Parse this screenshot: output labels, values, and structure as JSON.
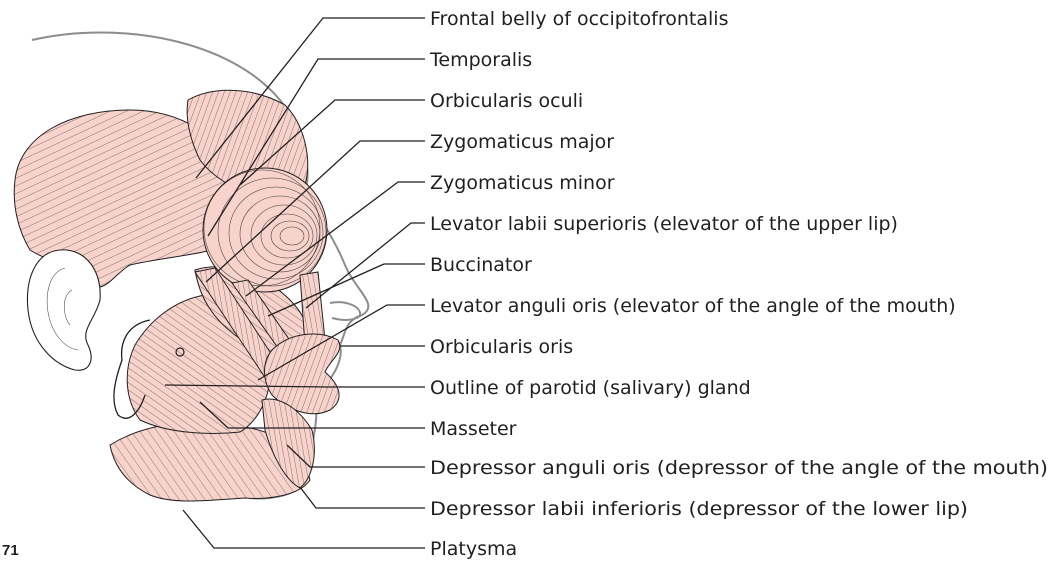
{
  "labels": [
    "Frontal belly of occipitofrontalis",
    "Temporalis",
    "Orbicularis oculi",
    "Zygomaticus major",
    "Zygomaticus minor",
    "Levator labii superioris (elevator of the upper lip)",
    "Buccinator",
    "Levator anguli oris (elevator of the angle of the mouth)",
    "Orbicularis oris",
    "Outline of parotid (salivary) gland",
    "Masseter",
    "Depressor anguli oris (depressor of the angle of the mouth)",
    "Depressor labii inferioris (depressor of the lower lip)",
    "Platysma"
  ],
  "figure_number": "71",
  "colors": {
    "muscle": "#f7d3cc",
    "outline": "#231f20",
    "skin": "#8c8c8c"
  },
  "icons": [
    "ear-illustration"
  ]
}
